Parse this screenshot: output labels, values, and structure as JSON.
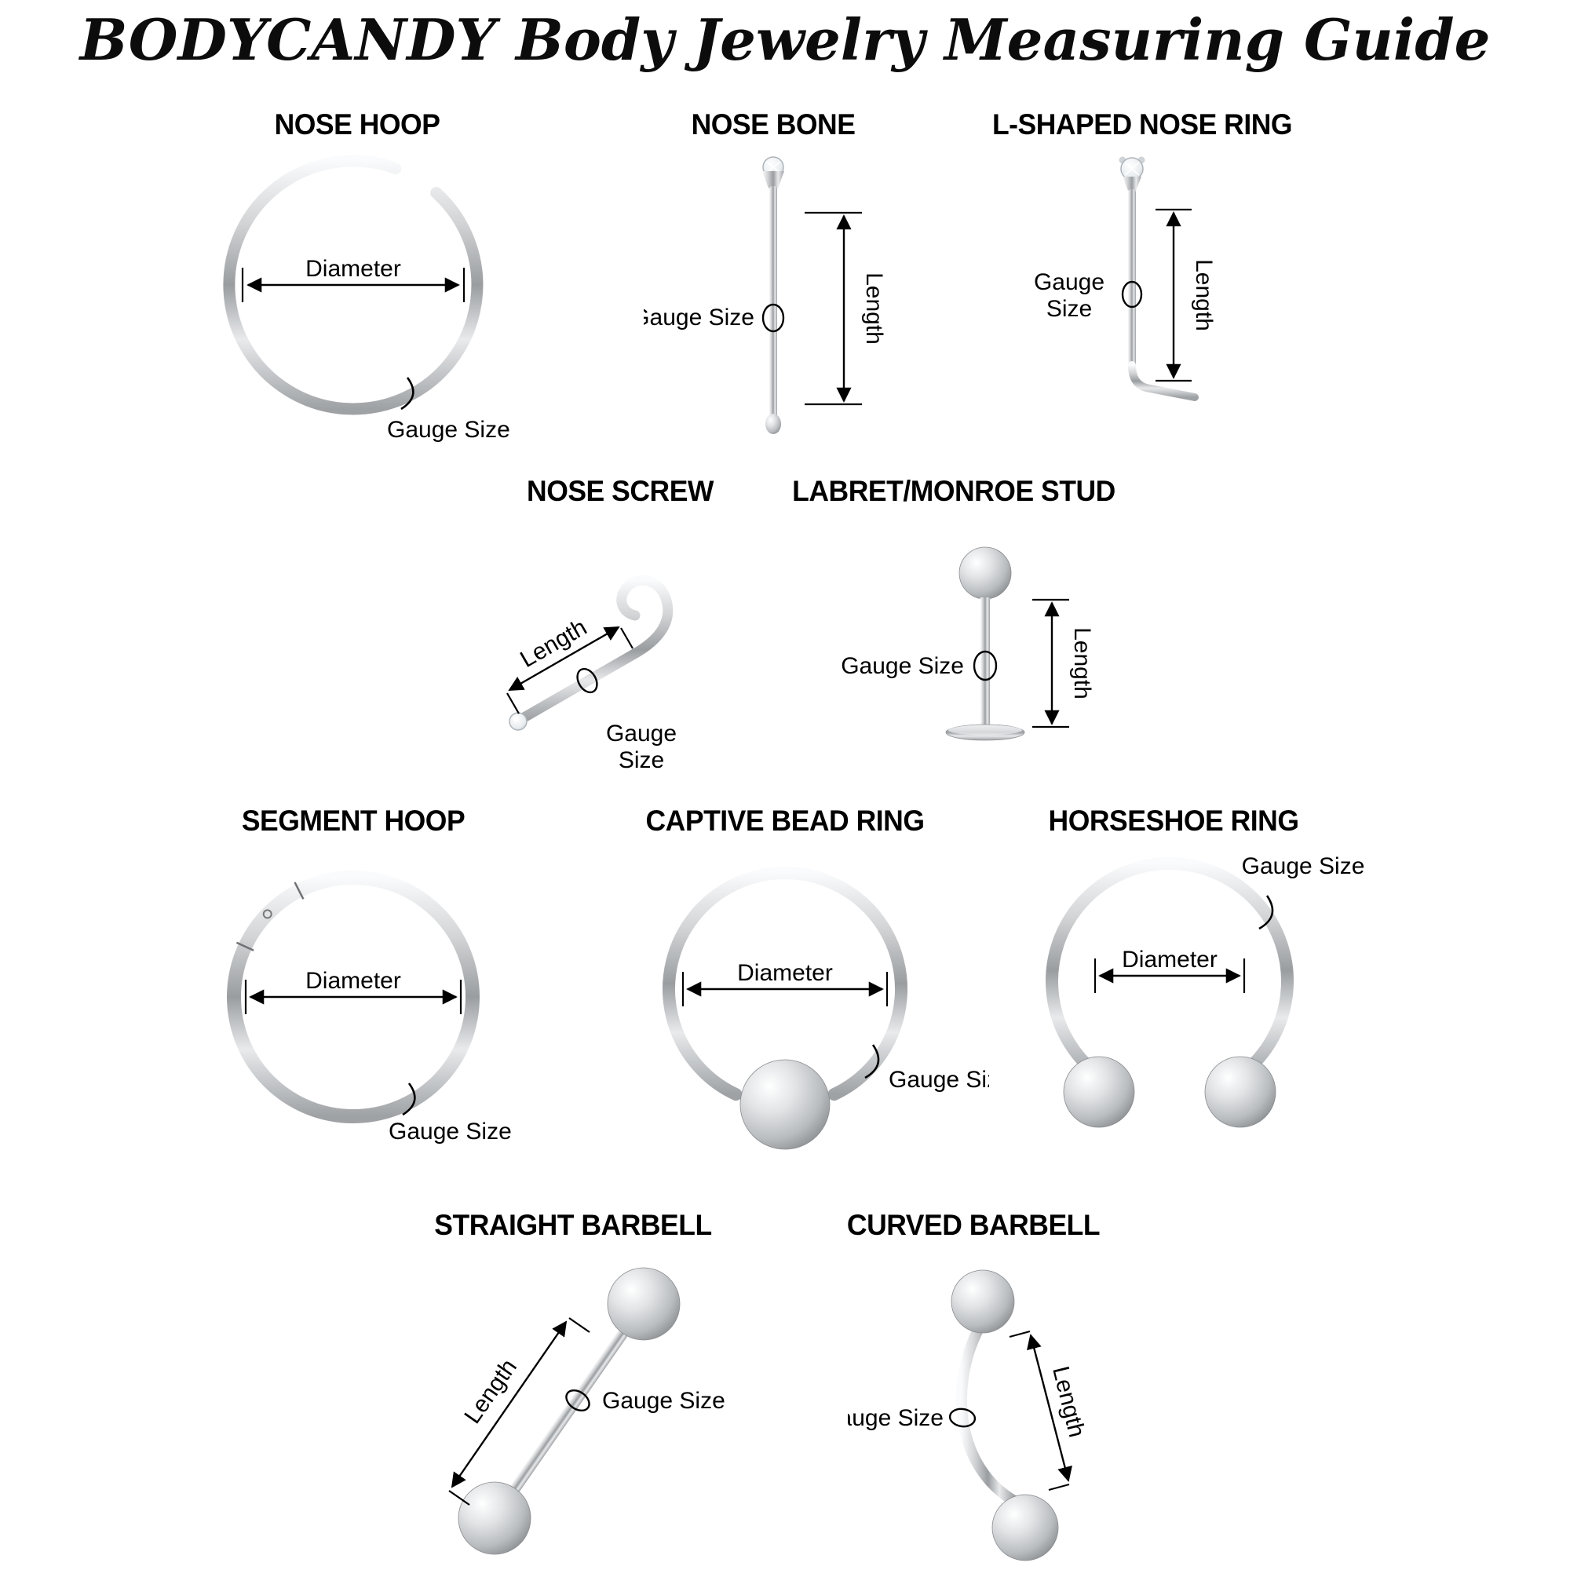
{
  "title": "BODYCANDY Body Jewelry Measuring Guide",
  "labels": {
    "diameter": "Diameter",
    "gauge_size": "Gauge Size",
    "gauge": "Gauge",
    "size": "Size",
    "length": "Length"
  },
  "items": {
    "nose_hoop": {
      "name": "NOSE HOOP"
    },
    "nose_bone": {
      "name": "NOSE BONE"
    },
    "l_shaped": {
      "name": "L-SHAPED NOSE RING"
    },
    "nose_screw": {
      "name": "NOSE SCREW"
    },
    "labret": {
      "name": "LABRET/MONROE STUD"
    },
    "segment_hoop": {
      "name": "SEGMENT HOOP"
    },
    "captive_bead": {
      "name": "CAPTIVE BEAD RING"
    },
    "horseshoe": {
      "name": "HORSESHOE RING"
    },
    "straight_barbell": {
      "name": "STRAIGHT BARBELL"
    },
    "curved_barbell": {
      "name": "CURVED BARBELL"
    }
  },
  "colors": {
    "background": "#ffffff",
    "text": "#000000",
    "metal_light": "#fafbfc",
    "metal_mid": "#9a9da0",
    "metal_dark": "#6f7275"
  }
}
